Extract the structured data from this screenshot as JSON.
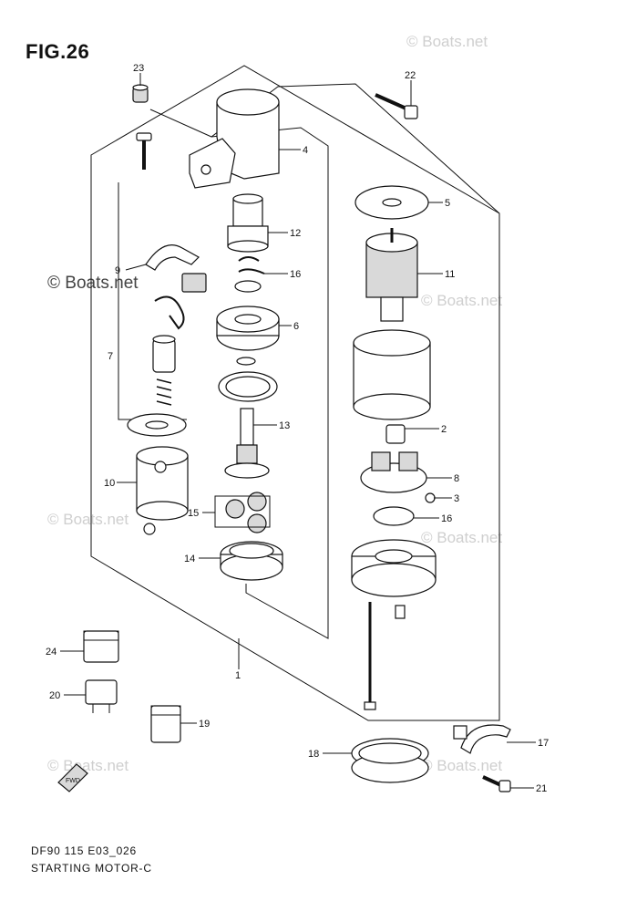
{
  "figure": {
    "title": "FIG.26",
    "code": "DF90 115 E03_026",
    "name": "STARTING MOTOR-C",
    "watermark": "© Boats.net"
  },
  "callouts": [
    {
      "id": "c23",
      "label": "23"
    },
    {
      "id": "c22",
      "label": "22"
    },
    {
      "id": "c4",
      "label": "4"
    },
    {
      "id": "c5",
      "label": "5"
    },
    {
      "id": "c12",
      "label": "12"
    },
    {
      "id": "c11",
      "label": "11"
    },
    {
      "id": "c9",
      "label": "9"
    },
    {
      "id": "c16a",
      "label": "16"
    },
    {
      "id": "c6",
      "label": "6"
    },
    {
      "id": "c7",
      "label": "7"
    },
    {
      "id": "c13",
      "label": "13"
    },
    {
      "id": "c2",
      "label": "2"
    },
    {
      "id": "c8",
      "label": "8"
    },
    {
      "id": "c3",
      "label": "3"
    },
    {
      "id": "c10",
      "label": "10"
    },
    {
      "id": "c15",
      "label": "15"
    },
    {
      "id": "c16b",
      "label": "16"
    },
    {
      "id": "c14",
      "label": "14"
    },
    {
      "id": "c1",
      "label": "1"
    },
    {
      "id": "c24",
      "label": "24"
    },
    {
      "id": "c20",
      "label": "20"
    },
    {
      "id": "c19",
      "label": "19"
    },
    {
      "id": "c18",
      "label": "18"
    },
    {
      "id": "c17",
      "label": "17"
    },
    {
      "id": "c21",
      "label": "21"
    }
  ],
  "fwd_arrow_label": "FWD"
}
